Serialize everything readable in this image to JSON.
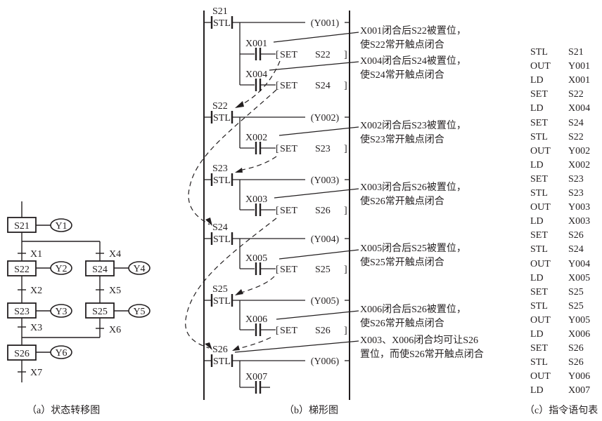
{
  "captions": {
    "a": "（a）状态转移图",
    "b": "（b）梯形图",
    "c": "（c）指令语句表"
  },
  "sfc": {
    "steps": [
      {
        "id": "S21",
        "output": "Y1"
      },
      {
        "id": "S22",
        "output": "Y2"
      },
      {
        "id": "S23",
        "output": "Y3"
      },
      {
        "id": "S24",
        "output": "Y4"
      },
      {
        "id": "S25",
        "output": "Y5"
      },
      {
        "id": "S26",
        "output": "Y6"
      }
    ],
    "transitions": [
      "X1",
      "X2",
      "X3",
      "X4",
      "X5",
      "X6",
      "X7"
    ]
  },
  "ladder": {
    "stl_label": "STL",
    "set_label": "SET",
    "rungs": [
      {
        "state": "S21",
        "coil": "(Y001)",
        "branches": [
          {
            "contact": "X001",
            "target": "S22"
          },
          {
            "contact": "X004",
            "target": "S24"
          }
        ]
      },
      {
        "state": "S22",
        "coil": "(Y002)",
        "branches": [
          {
            "contact": "X002",
            "target": "S23"
          }
        ]
      },
      {
        "state": "S23",
        "coil": "(Y003)",
        "branches": [
          {
            "contact": "X003",
            "target": "S26"
          }
        ]
      },
      {
        "state": "S24",
        "coil": "(Y004)",
        "branches": [
          {
            "contact": "X005",
            "target": "S25"
          }
        ]
      },
      {
        "state": "S25",
        "coil": "(Y005)",
        "branches": [
          {
            "contact": "X006",
            "target": "S26"
          }
        ]
      },
      {
        "state": "S26",
        "coil": "(Y006)",
        "branches": [
          {
            "contact": "X007",
            "target": ""
          }
        ]
      }
    ],
    "annotations": [
      {
        "line1": "X001闭合后S22被置位，",
        "line2": "使S22常开触点闭合"
      },
      {
        "line1": "X004闭合后S24被置位，",
        "line2": "使S24常开触点闭合"
      },
      {
        "line1": "X002闭合后S23被置位，",
        "line2": "使S23常开触点闭合"
      },
      {
        "line1": "X003闭合后S26被置位，",
        "line2": "使S26常开触点闭合"
      },
      {
        "line1": "X005闭合后S25被置位，",
        "line2": "使S25常开触点闭合"
      },
      {
        "line1": "X006闭合后S26被置位，",
        "line2": "使S26常开触点闭合"
      },
      {
        "line1": "X003、X006闭合均可让S26",
        "line2": "置位，而使S26常开触点闭合"
      }
    ]
  },
  "instructions": [
    {
      "op": "STL",
      "arg": "S21"
    },
    {
      "op": "OUT",
      "arg": "Y001"
    },
    {
      "op": "LD",
      "arg": "X001"
    },
    {
      "op": "SET",
      "arg": "S22"
    },
    {
      "op": "LD",
      "arg": "X004"
    },
    {
      "op": "SET",
      "arg": "S24"
    },
    {
      "op": "STL",
      "arg": "S22"
    },
    {
      "op": "OUT",
      "arg": "Y002"
    },
    {
      "op": "LD",
      "arg": "X002"
    },
    {
      "op": "SET",
      "arg": "S23"
    },
    {
      "op": "STL",
      "arg": "S23"
    },
    {
      "op": "OUT",
      "arg": "Y003"
    },
    {
      "op": "LD",
      "arg": "X003"
    },
    {
      "op": "SET",
      "arg": "S26"
    },
    {
      "op": "STL",
      "arg": "S24"
    },
    {
      "op": "OUT",
      "arg": "Y004"
    },
    {
      "op": "LD",
      "arg": "X005"
    },
    {
      "op": "SET",
      "arg": "S25"
    },
    {
      "op": "STL",
      "arg": "S25"
    },
    {
      "op": "OUT",
      "arg": "Y005"
    },
    {
      "op": "LD",
      "arg": "X006"
    },
    {
      "op": "SET",
      "arg": "S26"
    },
    {
      "op": "STL",
      "arg": "S26"
    },
    {
      "op": "OUT",
      "arg": "Y006"
    },
    {
      "op": "LD",
      "arg": "X007"
    }
  ]
}
